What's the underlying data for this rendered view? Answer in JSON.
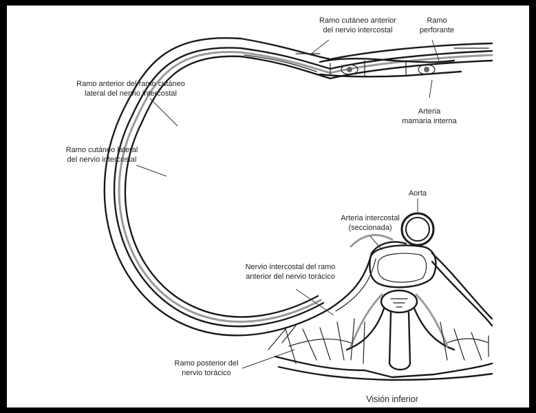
{
  "labels": {
    "anterior_cutaneous_1": "Ramo cutáneo anterior",
    "anterior_cutaneous_2": "del nervio intercostal",
    "perforating_1": "Ramo",
    "perforating_2": "perforante",
    "anterior_lateral_1": "Ramo anterior del ramo cutáneo",
    "anterior_lateral_2": "lateral del nervio intercostal",
    "internal_mammary_1": "Arteria",
    "internal_mammary_2": "mamaria interna",
    "lateral_cutaneous_1": "Ramo cutáneo lateral",
    "lateral_cutaneous_2": "del nervio intercostal",
    "aorta": "Aorta",
    "intercostal_artery_1": "Arteria intercostal",
    "intercostal_artery_2": "(seccionada)",
    "intercostal_nerve_1": "Nervio intercostal del ramo",
    "intercostal_nerve_2": "anterior del nervio torácico",
    "posterior_ramus_1": "Ramo posterior del",
    "posterior_ramus_2": "nervio torácico",
    "view": "Visión inferior"
  }
}
